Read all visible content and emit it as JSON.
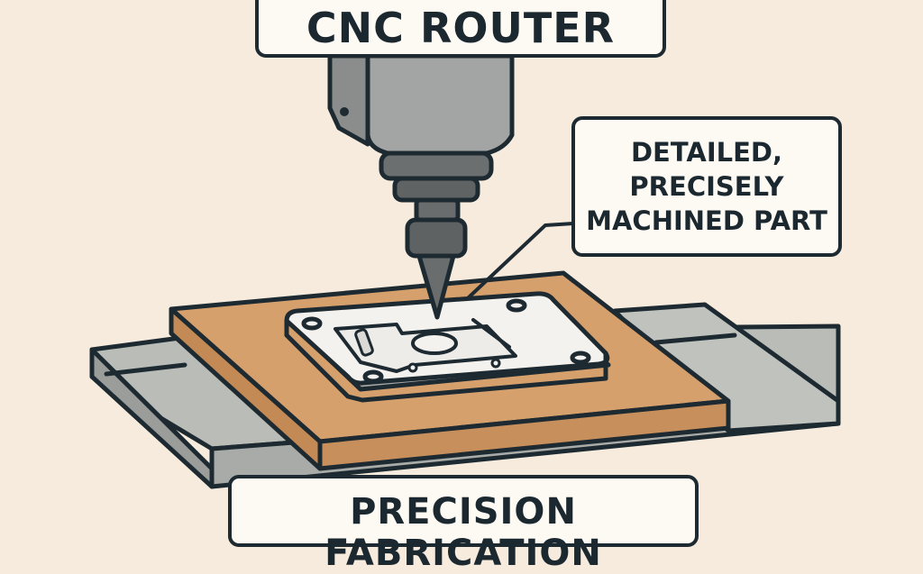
{
  "illustration": {
    "subject": "CNC router machining a metal part on a wooden workpiece",
    "colors": {
      "background": "#f6ebdd",
      "outline": "#1e2a31",
      "spindle_gray": "#9a9d9c",
      "spindle_dark": "#6c6f70",
      "wood_top": "#d6a06d",
      "wood_side": "#c78f5c",
      "table_gray": "#b9bcb7",
      "part_white": "#f4f2ee",
      "label_bg": "#fdfaf4"
    }
  },
  "labels": {
    "title": "CNC ROUTER",
    "callout": {
      "lines": [
        "DETAILED,",
        "PRECISELY",
        "MACHINED PART"
      ]
    },
    "bottom": "PRECISION FABRICATION"
  }
}
